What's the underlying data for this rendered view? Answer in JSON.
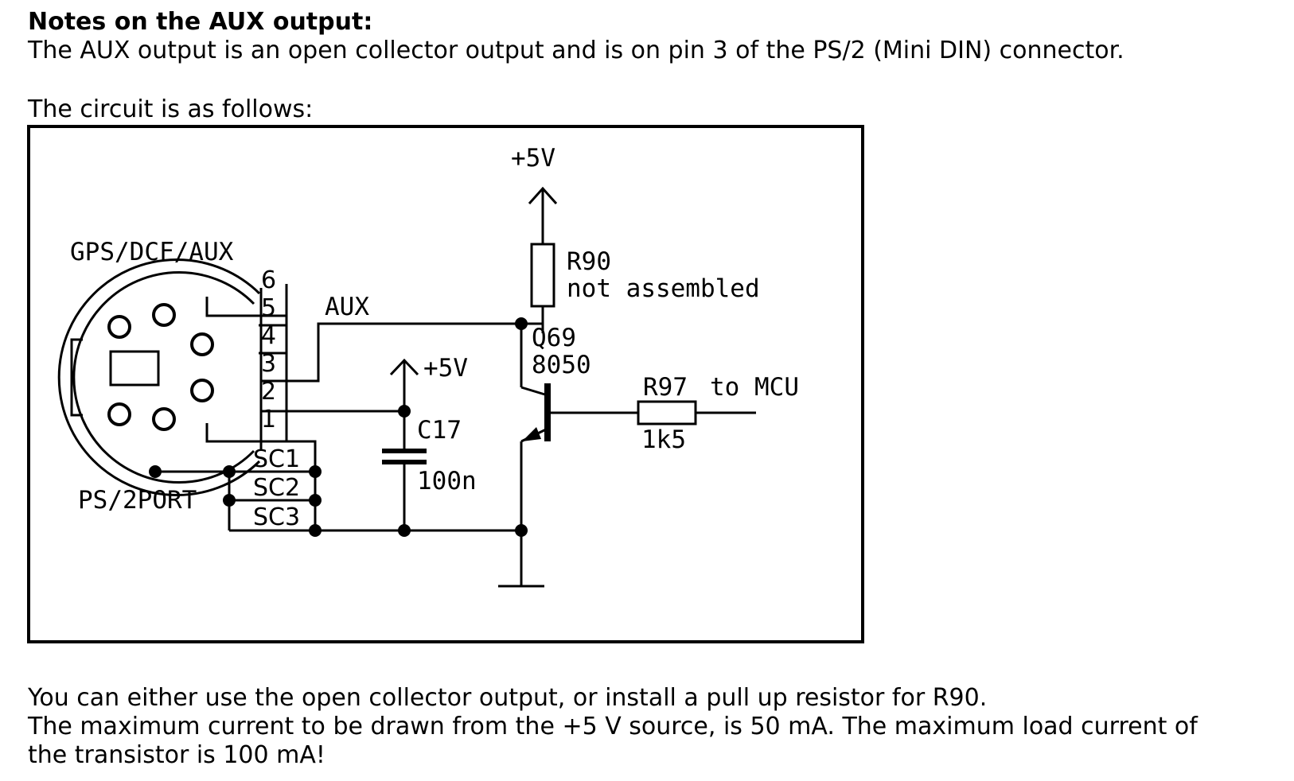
{
  "heading": "Notes on the AUX output:",
  "intro": "The AUX output is an open collector output and is on pin 3 of the PS/2 (Mini DIN) connector.",
  "circuit_intro": "The circuit is as follows:",
  "schematic": {
    "supply_top": "+5V",
    "connector_name": "GPS/DCF/AUX",
    "port_label": "PS/2PORT",
    "aux_net": "AUX",
    "pins": [
      "6",
      "5",
      "4",
      "3",
      "2",
      "1"
    ],
    "shield_pins": [
      "SC1",
      "SC2",
      "SC3"
    ],
    "r90_ref": "R90",
    "r90_note": "not assembled",
    "q69_ref": "Q69",
    "q69_value": "8050",
    "cap_supply": "+5V",
    "c17_ref": "C17",
    "c17_value": "100n",
    "r97_ref": "R97",
    "r97_dest": "to MCU",
    "r97_value": "1k5"
  },
  "para1": "You can either use the open collector output, or install a pull up resistor for R90.",
  "para2": "The maximum current to be drawn from the +5 V source, is 50 mA. The maximum load current of",
  "para3": "the transistor is 100 mA!"
}
